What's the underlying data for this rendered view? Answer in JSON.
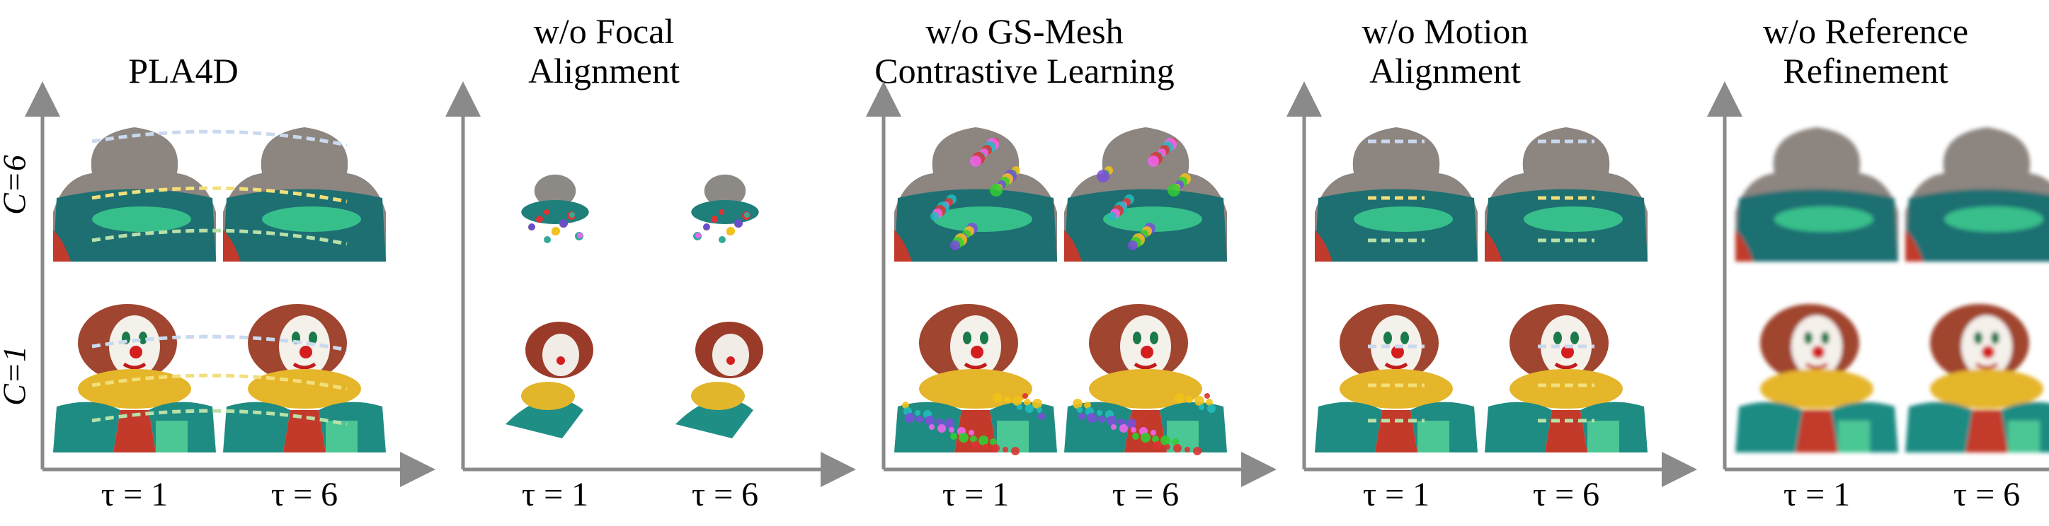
{
  "figure": {
    "y_labels": [
      "C=6",
      "C=1"
    ],
    "x_labels": [
      "τ = 1",
      "τ = 6"
    ],
    "panels": [
      {
        "title_lines": [
          "PLA4D"
        ],
        "style": "clean",
        "guides": "curved"
      },
      {
        "title_lines": [
          "w/o Focal",
          "Alignment"
        ],
        "style": "fragmented",
        "guides": "none"
      },
      {
        "title_lines": [
          "w/o GS-Mesh",
          "Contrastive Learning"
        ],
        "style": "noisy",
        "guides": "none"
      },
      {
        "title_lines": [
          "w/o Motion",
          "Alignment"
        ],
        "style": "clean",
        "guides": "straight"
      },
      {
        "title_lines": [
          "w/o Reference",
          "Refinement"
        ],
        "style": "blurry",
        "guides": "none"
      }
    ]
  },
  "colors": {
    "axis": "#8a8a8a",
    "guide_blue": "#c9d9ee",
    "guide_yellow": "#f2df7a",
    "guide_green": "#b9e0a8"
  }
}
